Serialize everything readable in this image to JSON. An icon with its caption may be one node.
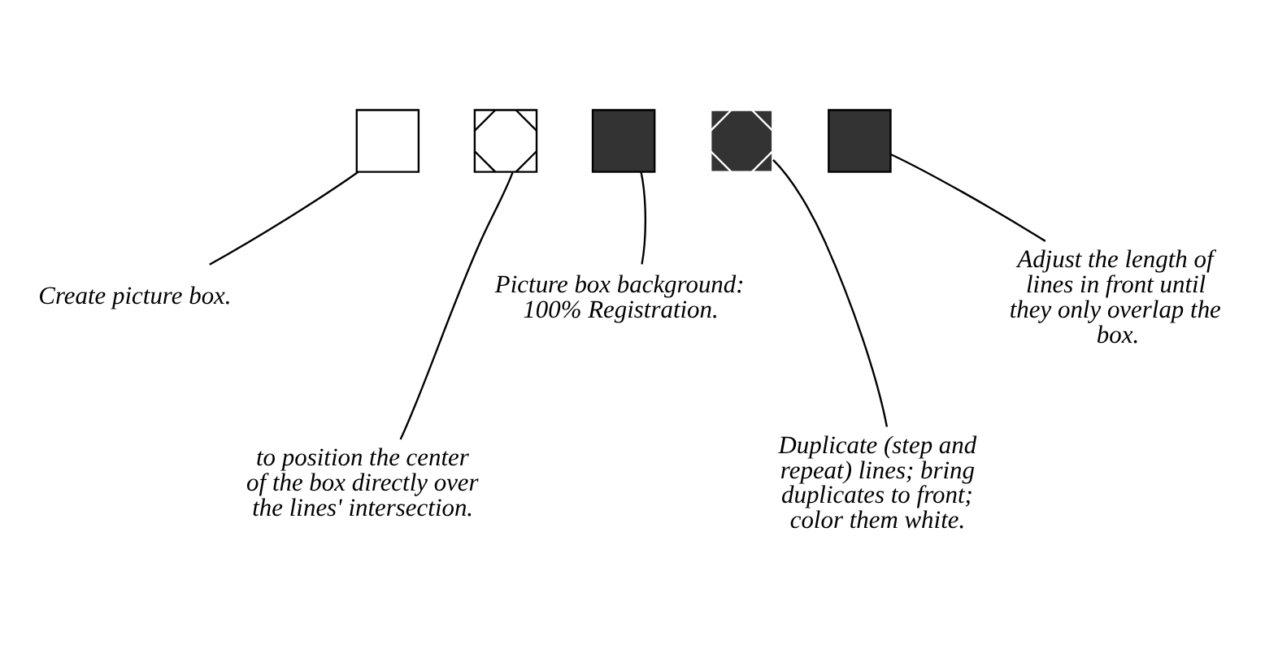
{
  "diagram": {
    "nodes": [
      {
        "text": [],
        "shape": "box"
      },
      {
        "text": [],
        "shape": "box"
      },
      {
        "text": [],
        "shape": "box"
      },
      {
        "text": [],
        "shape": "box"
      },
      {
        "text": [],
        "shape": "box"
      },
      {
        "text": [
          "Create picture box."
        ]
      },
      {
        "text": [
          "Picture box background: 100% Registration."
        ]
      },
      {
        "text": [
          "Adjust the length of lines in front until they only overlap the box."
        ]
      },
      {
        "text": [
          "to position the center of the box directly over the lines' intersection."
        ]
      },
      {
        "text": [
          "Duplicate (step and repeat) lines; bring duplicates to front; color them white."
        ]
      }
    ],
    "edges": [
      {
        "from": 5,
        "to": 0,
        "arrow": "none"
      },
      {
        "from": 6,
        "to": 2,
        "arrow": "none"
      },
      {
        "from": 7,
        "to": 4,
        "arrow": "none"
      },
      {
        "from": 8,
        "to": 1,
        "arrow": "none"
      },
      {
        "from": 9,
        "to": 3,
        "arrow": "none"
      }
    ]
  }
}
